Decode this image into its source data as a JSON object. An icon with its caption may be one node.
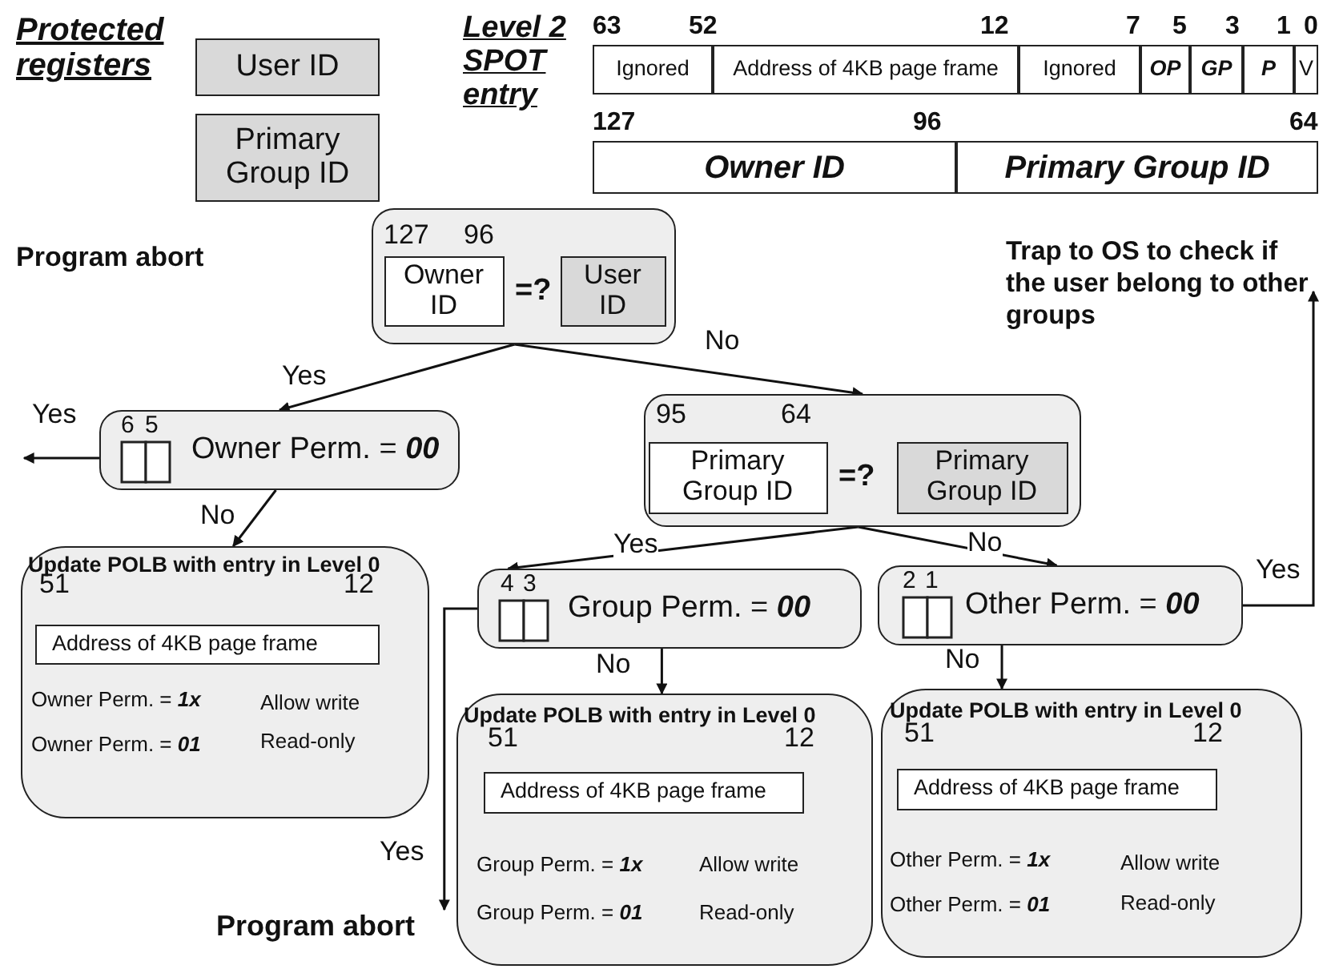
{
  "diagram": {
    "nodes": [
      {
        "text": [
          "User ID"
        ]
      },
      {
        "text": [
          "Primary Group ID"
        ]
      },
      {
        "text": [
          "Ignored"
        ]
      },
      {
        "text": [
          "Address of 4KB page frame"
        ]
      },
      {
        "text": [
          "Ignored"
        ]
      },
      {
        "text": [
          "OP"
        ]
      },
      {
        "text": [
          "GP"
        ]
      },
      {
        "text": [
          "P"
        ]
      },
      {
        "text": [
          "V"
        ]
      },
      {
        "text": [
          "Owner ID"
        ]
      },
      {
        "text": [
          "Primary Group ID"
        ]
      },
      {
        "text": [
          "127",
          "96",
          "=?"
        ]
      },
      {
        "text": [
          "Owner ID"
        ],
        "in": 11
      },
      {
        "text": [
          "User ID"
        ],
        "in": 11
      },
      {
        "text": [
          "Trap to OS to check if the user belong to other groups"
        ]
      },
      {
        "text": [
          "6",
          "5",
          "Owner Perm. = **00**"
        ]
      },
      {
        "text": [
          "95",
          "64",
          "=?"
        ]
      },
      {
        "text": [
          "Primary Group ID"
        ],
        "in": 16
      },
      {
        "text": [
          "Primary Group ID"
        ],
        "in": 16
      },
      {
        "text": [
          "Update POLB with entry in Level 0",
          "51",
          "12",
          "Owner Perm. = **1x**",
          "Allow write",
          "Owner Perm. = **01**",
          "Read-only"
        ]
      },
      {
        "text": [
          "Address of 4KB page frame"
        ],
        "in": 19
      },
      {
        "text": [
          "4",
          "3",
          "Group Perm. = **00**"
        ]
      },
      {
        "text": [
          "2",
          "1",
          "Other Perm. = **00**"
        ]
      },
      {
        "text": [
          "Update POLB with entry in Level 0",
          "51",
          "12",
          "Group Perm. = **1x**",
          "Allow write",
          "Group Perm. = **01**",
          "Read-only"
        ]
      },
      {
        "text": [
          "Address of 4KB page frame"
        ],
        "in": 23
      },
      {
        "text": [
          "Update POLB with entry in Level 0",
          "51",
          "12",
          "Other Perm. = **1x**",
          "Allow write",
          "Other Perm. = **01**",
          "Read-only"
        ]
      },
      {
        "text": [
          "Address of 4KB page frame"
        ],
        "in": 25
      },
      {
        "text": [
          "Program abort"
        ]
      }
    ],
    "edges": [
      {
        "from": 11,
        "to": 15,
        "arrow": "to",
        "label": "Yes"
      },
      {
        "from": 11,
        "to": 16,
        "arrow": "to",
        "label": "No"
      },
      {
        "from": 15,
        "to": null,
        "arrow": "to",
        "label": "Yes"
      },
      {
        "from": 15,
        "to": 19,
        "arrow": "to",
        "label": "No"
      },
      {
        "from": 16,
        "to": 21,
        "arrow": "to",
        "label": "Yes"
      },
      {
        "from": 16,
        "to": 22,
        "arrow": "to",
        "label": "No"
      },
      {
        "from": 21,
        "to": 23,
        "arrow": "to",
        "label": "No"
      },
      {
        "from": 21,
        "to": 27,
        "arrow": "to",
        "label": "Yes"
      },
      {
        "from": 22,
        "to": 25,
        "arrow": "to",
        "label": "No"
      },
      {
        "from": 22,
        "to": 14,
        "arrow": "to",
        "label": "Yes"
      }
    ],
    "labels": [
      "Protected registers",
      "Level 2 SPOT entry",
      "63",
      "52",
      "12",
      "7",
      "5",
      "3",
      "1",
      "0",
      "127",
      "96",
      "64",
      "Program abort"
    ]
  }
}
